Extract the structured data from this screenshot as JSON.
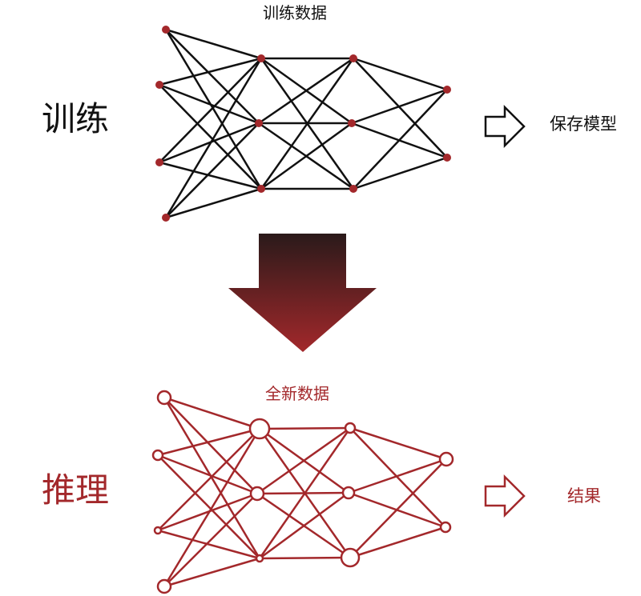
{
  "training": {
    "section_title": "训练",
    "data_label": "训练数据",
    "output_label": "保存模型",
    "color": "#111111",
    "node_color": "#a3282b"
  },
  "inference": {
    "section_title": "推理",
    "data_label": "全新数据",
    "output_label": "结果",
    "color": "#a3282b"
  },
  "down_arrow": {
    "gradient_top": "#2a1a1a",
    "gradient_bottom": "#a3282b"
  }
}
